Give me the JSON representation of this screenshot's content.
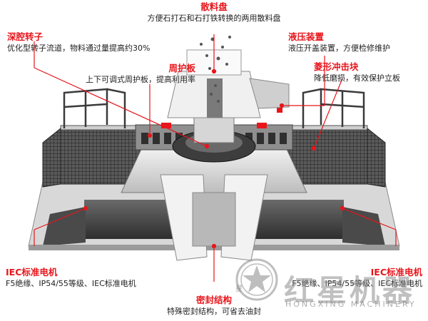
{
  "callouts": {
    "distributor": {
      "title": "散料盘",
      "desc": "方便石打石和石打铁转换的两用散料盘"
    },
    "rotor": {
      "title": "深腔转子",
      "desc": "优化型转子流道，物料通过量提高约30%"
    },
    "hydraulic": {
      "title": "液压装置",
      "desc": "液压开盖装置，方便检修维护"
    },
    "guard": {
      "title": "周护板",
      "desc": "上下可调式周护板，提高利用率"
    },
    "impact_block": {
      "title": "菱形冲击块",
      "desc": "降低磨损，有效保护立板"
    },
    "motor_left": {
      "title": "IEC标准电机",
      "desc": "F5绝缘、IP54/55等级、IEC标准电机"
    },
    "motor_right": {
      "title": "IEC标准电机",
      "desc": "F5绝缘、IP54/55等级、IEC标准电机"
    },
    "seal": {
      "title": "密封结构",
      "desc": "特殊密封结构，可省去油封"
    }
  },
  "watermark": {
    "name": "红星机器",
    "name_en": "HONGXING MACHINERY",
    "seal_char": "星"
  },
  "colors": {
    "accent_red": "#e8151b",
    "machine_light": "#e4e4e4",
    "machine_dark": "#3c3c3c"
  }
}
